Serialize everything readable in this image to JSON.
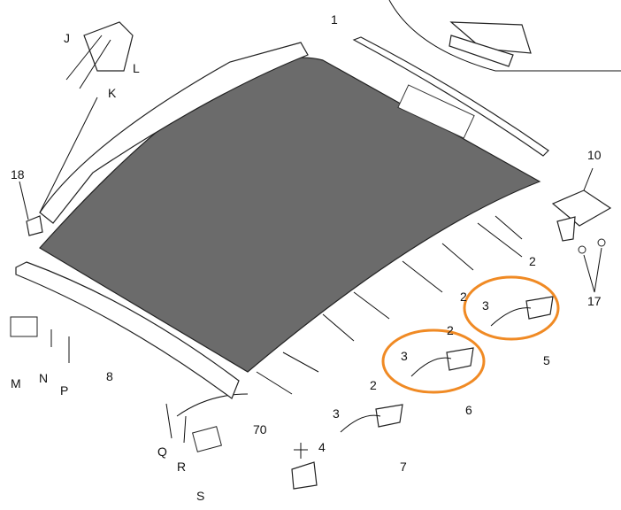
{
  "diagram": {
    "highlight_color": "#f08a24",
    "panel_color": "#6b6b6b",
    "callouts": {
      "c1": "1",
      "c18": "18",
      "c10": "10",
      "c17": "17",
      "cJ": "J",
      "cK": "K",
      "cL": "L",
      "cM": "M",
      "cN": "N",
      "cP": "P",
      "c8": "8",
      "cQ": "Q",
      "cR": "R",
      "cS": "S",
      "c70": "70",
      "c4": "4",
      "c7": "7",
      "c6": "6",
      "c5": "5",
      "c2a": "2",
      "c2b": "2",
      "c2c": "2",
      "c2d": "2",
      "c3a": "3",
      "c3b": "3",
      "c3c": "3"
    }
  }
}
